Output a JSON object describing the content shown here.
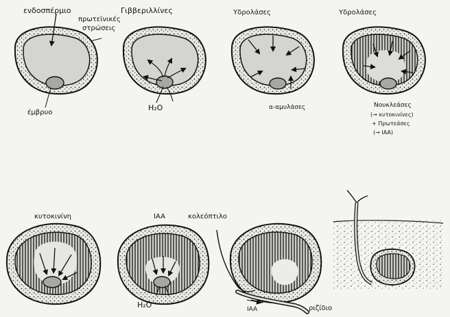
{
  "labels": {
    "endosperm": "ενδοσπέρμιο",
    "gibberellins": "Γιββεριλλίνες",
    "protein_layers_1": "πρωτεϊνικές",
    "protein_layers_2": "στρώσεις",
    "embryo": "έμβρυο",
    "water": "H₂O",
    "hydrolases_1": "Υδρολάσες",
    "hydrolases_2": "Υδρολάσες",
    "amylases": "α-αμυλάσες",
    "nucleases_1": "Νουκλεάσες",
    "nucleases_2": "(→ κυτοκινίνες)",
    "nucleases_3": "+ Πρωτεάσες",
    "nucleases_4": "(→ IAA)",
    "cytokinin": "κυτοκινίνη",
    "iaa_top": "IAA",
    "coleoptile": "κολεόπτιλο",
    "water_2": "H₂O",
    "iaa_bottom": "IAA",
    "radicle": "ριζίδιο"
  }
}
